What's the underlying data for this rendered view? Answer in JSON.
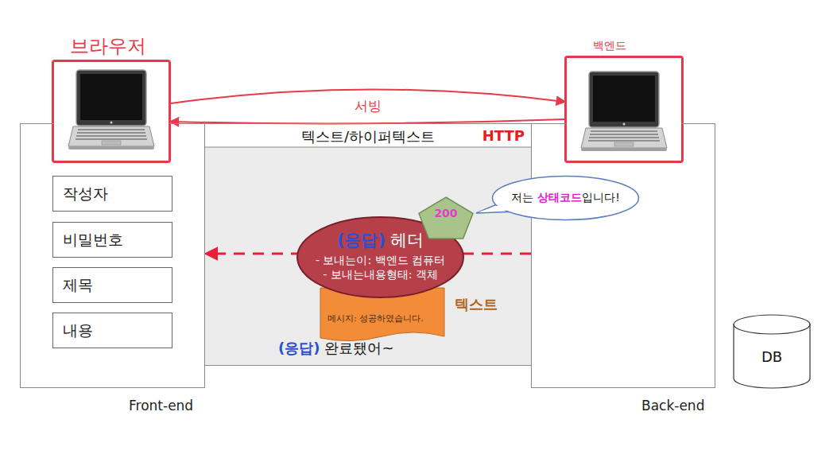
{
  "diagram": {
    "nodes": [
      {
        "text": [
          "브라우저"
        ]
      },
      {
        "text": [
          "백엔드"
        ]
      },
      {
        "text": [
          "Front-end"
        ]
      },
      {
        "text": [
          "작성자"
        ],
        "in": 2
      },
      {
        "text": [
          "비밀번호"
        ],
        "in": 2
      },
      {
        "text": [
          "제목"
        ],
        "in": 2
      },
      {
        "text": [
          "내용"
        ],
        "in": 2
      },
      {
        "text": [
          "텍스트/하이퍼텍스트",
          "HTTP",
          "(응답)",
          "완료됐어~"
        ]
      },
      {
        "text": [
          "200"
        ],
        "in": 7
      },
      {
        "text": [
          "(응답)",
          "헤더",
          "- 보내는이: 백엔드 컴퓨터",
          "- 보내는내용형태: 객체"
        ],
        "in": 7
      },
      {
        "text": [
          "메시지: 성공하였습니다.",
          "텍스트"
        ],
        "in": 7
      },
      {
        "text": [
          "저는",
          "상태코드",
          "입니다!"
        ]
      },
      {
        "text": [
          "Back-end"
        ]
      },
      {
        "text": [
          "DB"
        ]
      }
    ],
    "edges": [
      {
        "from": 0,
        "to": 1,
        "arrow": "both",
        "label": "서빙"
      },
      {
        "from": 12,
        "to": 2,
        "arrow": "to"
      }
    ]
  }
}
